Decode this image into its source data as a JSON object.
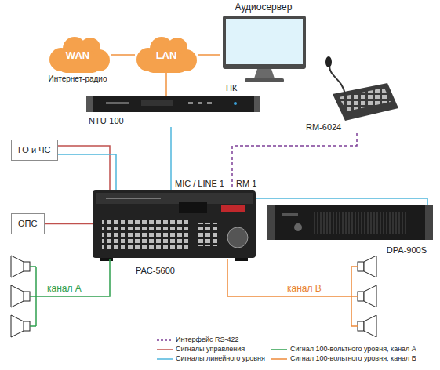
{
  "diagram": {
    "nodes": [
      {
        "text": [
          "WAN",
          "Интернет-радио"
        ]
      },
      {
        "text": [
          "LAN"
        ]
      },
      {
        "text": [
          "Аудиосервер",
          "ПК"
        ]
      },
      {
        "text": [
          "NTU-100"
        ]
      },
      {
        "text": [
          "RM-6024"
        ]
      },
      {
        "text": [
          "ГО и ЧС"
        ]
      },
      {
        "text": [
          "ОПС"
        ]
      },
      {
        "text": [
          "PAC-5600"
        ]
      },
      {
        "text": [
          "DPA-900S"
        ]
      }
    ],
    "edges": [
      {
        "from": 0,
        "to": 1,
        "arrow": "none"
      },
      {
        "from": 1,
        "to": 2,
        "arrow": "none"
      },
      {
        "from": 1,
        "to": 3,
        "arrow": "none"
      },
      {
        "from": 3,
        "to": 7,
        "label": "MIC / LINE 1",
        "arrow": "none"
      },
      {
        "from": 4,
        "to": 7,
        "label": "RM 1",
        "arrow": "none"
      },
      {
        "from": 5,
        "to": 7,
        "arrow": "none"
      },
      {
        "from": 5,
        "to": 7,
        "arrow": "none"
      },
      {
        "from": 6,
        "to": 7,
        "arrow": "none"
      },
      {
        "from": 7,
        "to": 8,
        "arrow": "none"
      }
    ],
    "labels": [
      "канал А",
      "канал В"
    ],
    "legend": [
      {
        "text": "Интерфейс RS-422"
      },
      {
        "text": "Сигналы управления"
      },
      {
        "text": "Сигналы линейного уровня"
      },
      {
        "text": "Сигнал 100-вольтного уровня, канал А"
      },
      {
        "text": "Сигнал 100-вольтного уровня, канал В"
      }
    ]
  }
}
